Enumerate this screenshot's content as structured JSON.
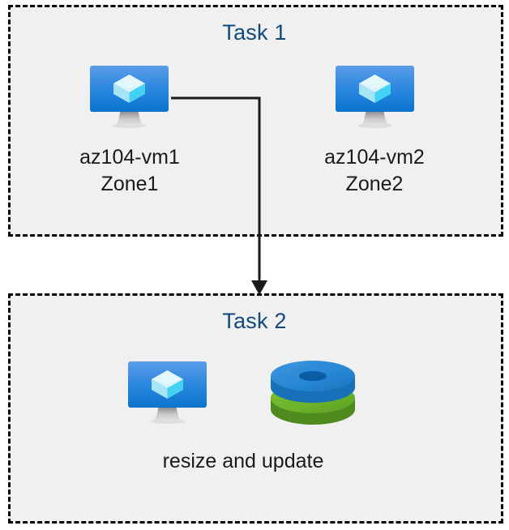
{
  "diagram": {
    "type": "flow-diagram",
    "background_color": "#ffffff",
    "groups": [
      {
        "id": "task1",
        "title": "Task 1",
        "title_color": "#12497c",
        "fill_color": "#f0f0f0",
        "border_style": "dashed",
        "border_color": "#000000"
      },
      {
        "id": "task2",
        "title": "Task 2",
        "title_color": "#12497c",
        "fill_color": "#f0f0f0",
        "border_style": "dashed",
        "border_color": "#000000"
      }
    ],
    "nodes": [
      {
        "id": "vm1",
        "icon": "virtual-machine-icon",
        "name": "az104-vm1",
        "zone": "Zone1",
        "label": "az104-vm1\nZone1",
        "group": "task1"
      },
      {
        "id": "vm2",
        "icon": "virtual-machine-icon",
        "name": "az104-vm2",
        "zone": "Zone2",
        "label": "az104-vm2\nZone2",
        "group": "task2"
      },
      {
        "id": "vm3",
        "icon": "virtual-machine-icon",
        "group": "task2"
      },
      {
        "id": "disks",
        "icon": "disks-icon",
        "group": "task2",
        "top_disk_color": "#2686d2",
        "bottom_disk_color": "#6cb22b"
      }
    ],
    "caption": "resize and update",
    "connector": {
      "from": "vm1",
      "to": "task2",
      "color": "#1a1a1a",
      "arrowhead": "filled-triangle"
    }
  },
  "colors": {
    "title_blue": "#12497c",
    "monitor_top": "#5a9ce8",
    "monitor_bottom": "#0a78d4",
    "cube_light": "#d6f3fc",
    "cube_cyan": "#4fd5f5",
    "stand_gray": "#9a9a9a",
    "disk_blue": "#2686d2",
    "disk_green": "#6cb22b",
    "text_black": "#1a1a1a",
    "box_fill": "#f0f0f0"
  }
}
